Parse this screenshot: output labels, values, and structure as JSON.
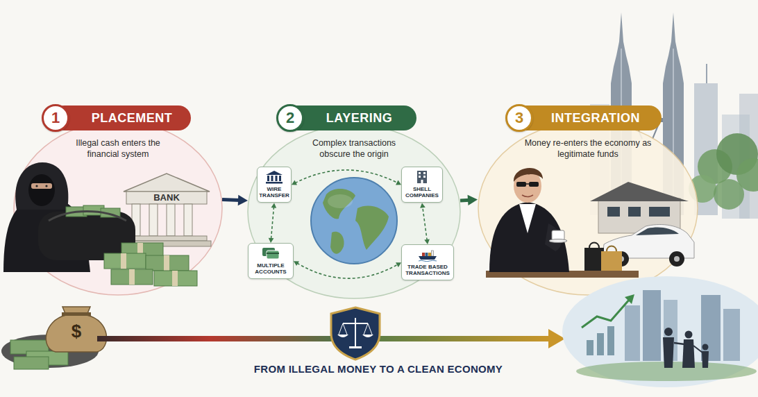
{
  "diagram": {
    "caption": "FROM ILLEGAL MONEY TO A CLEAN ECONOMY",
    "nodes": [
      {
        "text": [
          "PLACEMENT",
          "Illegal cash enters the financial system"
        ]
      },
      {
        "text": [
          "LAYERING",
          "Complex transactions obscure the origin"
        ]
      },
      {
        "text": [
          "WIRE TRANSFER"
        ],
        "in": 1
      },
      {
        "text": [
          "SHELL COMPANIES"
        ],
        "in": 1
      },
      {
        "text": [
          "MULTIPLE ACCOUNTS"
        ],
        "in": 1
      },
      {
        "text": [
          "TRADE BASED TRANSACTIONS"
        ],
        "in": 1
      },
      {
        "text": [
          "INTEGRATION",
          "Money re-enters the economy as legitimate funds"
        ]
      }
    ],
    "edges": [
      {
        "from": 0,
        "to": 1,
        "arrow": "to"
      },
      {
        "from": 1,
        "to": 6,
        "arrow": "to"
      },
      {
        "from": 2,
        "to": 3,
        "arrow": "both"
      },
      {
        "from": 2,
        "to": 4,
        "arrow": "both"
      },
      {
        "from": 4,
        "to": 5,
        "arrow": "both"
      },
      {
        "from": 5,
        "to": 3,
        "arrow": "both"
      }
    ],
    "labels": [
      "1",
      "2",
      "3",
      "BANK",
      "$"
    ]
  }
}
